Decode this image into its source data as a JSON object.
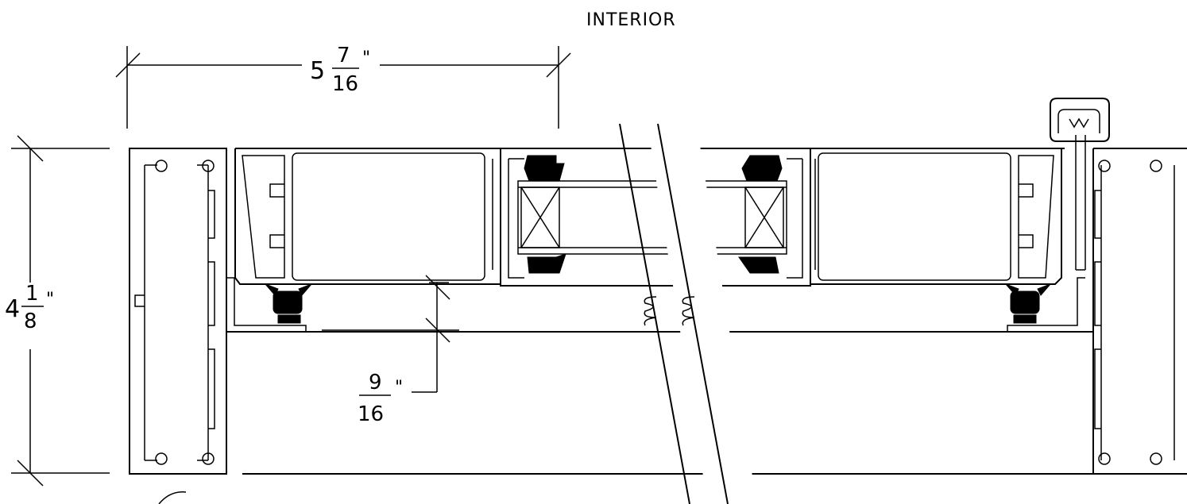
{
  "labels": {
    "interior": "INTERIOR"
  },
  "dimensions": {
    "width_top": {
      "whole": "5",
      "num": "7",
      "den": "16",
      "unit": "\""
    },
    "height_left": {
      "whole": "4",
      "num": "1",
      "den": "8",
      "unit": "\""
    },
    "offset_small": {
      "whole": "",
      "num": "9",
      "den": "16",
      "unit": "\""
    }
  },
  "colors": {
    "line": "#000000",
    "background": "#ffffff"
  }
}
